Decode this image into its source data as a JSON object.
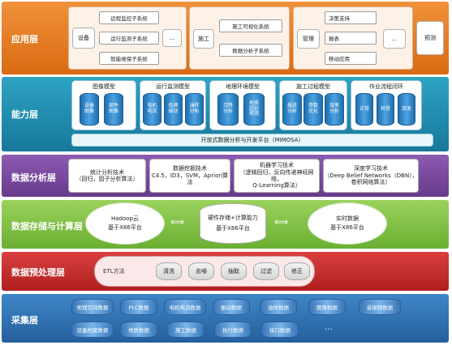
{
  "layers": {
    "application": "应用层",
    "capability": "能力层",
    "analysis": "数据分析层",
    "storage": "数据存储与计算层",
    "preprocess": "数据预处理层",
    "collection": "采集层"
  },
  "application": {
    "device_label": "设备",
    "device_items": [
      "远程监控子系统",
      "运行监测子系统",
      "智能维保子系统"
    ],
    "device_more": "...",
    "construction_label": "施工",
    "construction_items": [
      "施工可视化系统",
      "数据分析子系统"
    ],
    "management_label": "管理",
    "management_items": [
      "决策支持",
      "报表",
      "移动应用"
    ],
    "management_more": "...",
    "forecast": "预测"
  },
  "capability": {
    "modules": [
      {
        "title": "图像模型",
        "cyls": [
          "设备\n图像",
          "部件\n图像"
        ]
      },
      {
        "title": "运行监测模型",
        "cyls": [
          "电机\n电流",
          "低频\n振动",
          "油样\n分析"
        ]
      },
      {
        "title": "地理环境模型",
        "cyls": [
          "沉降\n分析",
          "地质\n超前\n探测"
        ]
      },
      {
        "title": "施工过程模型",
        "cyls": [
          "掘进\n分析",
          "参数\n优化",
          "效率\n分析"
        ]
      },
      {
        "title": "作业流程闭环",
        "cyls": [
          "正常",
          "异常",
          "突发"
        ]
      }
    ],
    "platform": "开放式数据分析与开发平台（MIMOSA）"
  },
  "analysis": {
    "items": [
      [
        "统计分析技术",
        "（回归，因子分析算法）"
      ],
      [
        "数据挖掘技术",
        "C4.5，ID3，SVM，Apriori算法"
      ],
      [
        "机器学习技术",
        "（逻辑回归，反向传递神经网络，",
        "Q-Learning算法）"
      ],
      [
        "深度学习技术",
        "（Deep Belief Networks（DBN），",
        "卷积网络算法）"
      ]
    ]
  },
  "storage": {
    "hadoop": [
      "Hadoop云",
      "基于X86平台"
    ],
    "hardware": [
      "硬件存储+计算能力",
      "基于X86平台"
    ],
    "realtime": [
      "实时数据",
      "基于X86平台"
    ]
  },
  "preprocess": {
    "etl": "ETL方法",
    "steps": [
      "清洗",
      "去噪",
      "抽取",
      "过滤",
      "修正"
    ]
  },
  "collection": {
    "row1": [
      "地理空间数据",
      "PLC数据",
      "电机电流数据",
      "振动数据",
      "油样数据",
      "图像数据",
      "音视频数据"
    ],
    "row2": [
      "设备档案数据",
      "地质数据",
      "施工数据",
      "执行数据",
      "接口数据"
    ],
    "more": "..."
  },
  "colors": {
    "application": "#e8791f",
    "capability": "#1e8fb0",
    "analysis": "#7a4b9e",
    "storage": "#7cc244",
    "preprocess": "#c82d2d",
    "collection": "#2e75b6"
  }
}
